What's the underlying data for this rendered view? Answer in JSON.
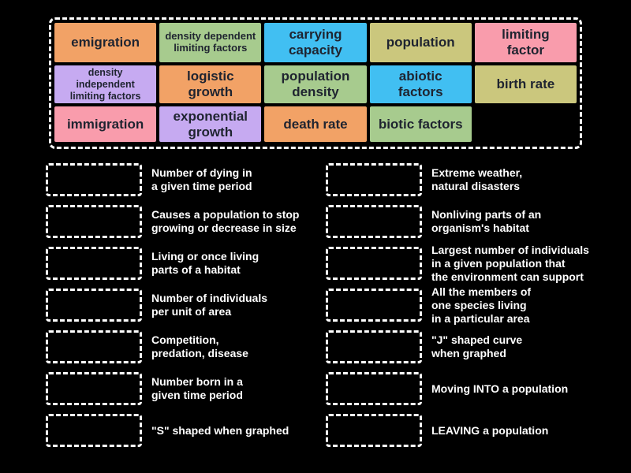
{
  "colors": {
    "background": "#000000",
    "dashed_border": "#ffffff",
    "tile_text": "#1f2430",
    "definition_text": "#ffffff",
    "tile_orange": "#F2A266",
    "tile_green": "#A7CB8E",
    "tile_blue": "#41BFF2",
    "tile_khaki": "#CBC77D",
    "tile_pink": "#F99CAC",
    "tile_purple": "#C6AAF1"
  },
  "word_bank": {
    "tiles": [
      {
        "label": "emigration",
        "color": "orange"
      },
      {
        "label": "density dependent\nlimiting factors",
        "color": "green"
      },
      {
        "label": "carrying\ncapacity",
        "color": "blue"
      },
      {
        "label": "population",
        "color": "khaki"
      },
      {
        "label": "limiting\nfactor",
        "color": "pink"
      },
      {
        "label": "density\nindependent\nlimiting factors",
        "color": "purple"
      },
      {
        "label": "logistic\ngrowth",
        "color": "orange"
      },
      {
        "label": "population\ndensity",
        "color": "green"
      },
      {
        "label": "abiotic\nfactors",
        "color": "blue"
      },
      {
        "label": "birth rate",
        "color": "khaki"
      },
      {
        "label": "immigration",
        "color": "pink"
      },
      {
        "label": "exponential\ngrowth",
        "color": "purple"
      },
      {
        "label": "death rate",
        "color": "orange"
      },
      {
        "label": "biotic factors",
        "color": "green"
      }
    ]
  },
  "matches": {
    "left": [
      {
        "definition": "Number of dying in\na given time period"
      },
      {
        "definition": "Causes a population to stop\ngrowing or decrease in size"
      },
      {
        "definition": "Living or once living\nparts of a habitat"
      },
      {
        "definition": "Number of individuals\nper unit of area"
      },
      {
        "definition": "Competition,\npredation, disease"
      },
      {
        "definition": "Number born in a\ngiven time period"
      },
      {
        "definition": "\"S\" shaped when graphed"
      }
    ],
    "right": [
      {
        "definition": "Extreme weather,\nnatural disasters"
      },
      {
        "definition": "Nonliving parts of an\norganism's habitat"
      },
      {
        "definition": "Largest number of individuals\nin a given population that\nthe environment can support"
      },
      {
        "definition": "All the members of\none species living\nin a particular area"
      },
      {
        "definition": "\"J\" shaped curve\nwhen graphed"
      },
      {
        "definition": "Moving INTO a population"
      },
      {
        "definition": "LEAVING a population"
      }
    ]
  }
}
